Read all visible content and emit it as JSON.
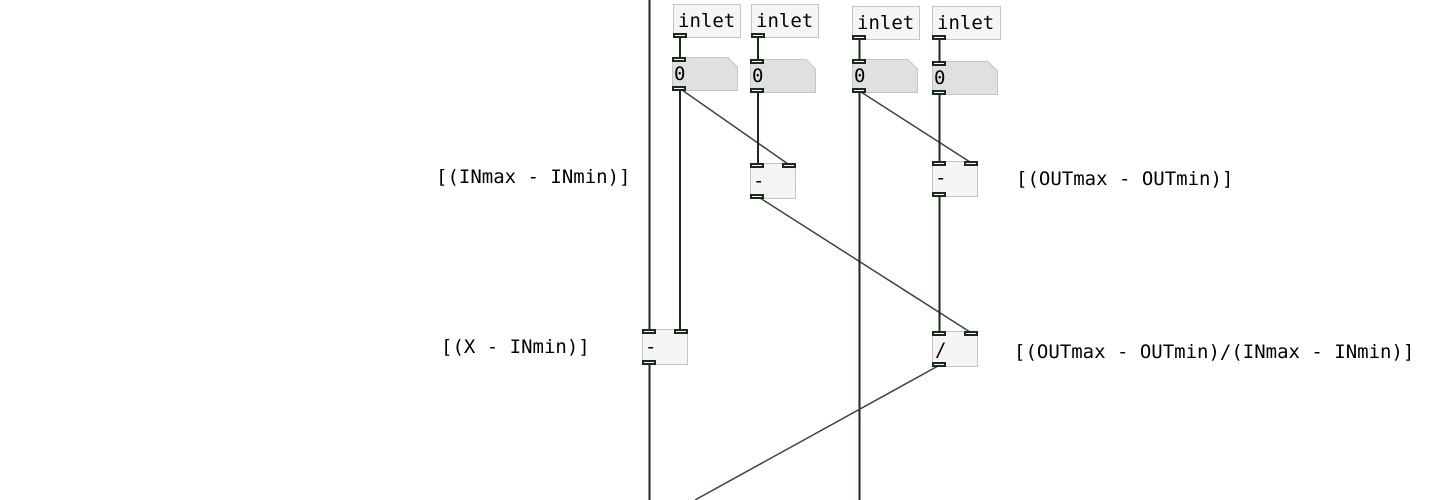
{
  "patch": {
    "inlets": [
      {
        "label": "inlet"
      },
      {
        "label": "inlet"
      },
      {
        "label": "inlet"
      },
      {
        "label": "inlet"
      }
    ],
    "number_boxes": [
      {
        "value": "0"
      },
      {
        "value": "0"
      },
      {
        "value": "0"
      },
      {
        "value": "0"
      }
    ],
    "objects": {
      "sub_in": {
        "label": "-"
      },
      "sub_out": {
        "label": "-"
      },
      "sub_x": {
        "label": "-"
      },
      "div": {
        "label": "/"
      }
    },
    "comments": {
      "in_range": "[(INmax - INmin)]",
      "out_range": "[(OUTmax - OUTmin)]",
      "x_minus_inmin": "[(X - INmin)]",
      "scale_ratio": "[(OUTmax - OUTmin)/(INmax - INmin)]"
    }
  },
  "colors": {
    "wire": "#1c2a1c",
    "box_border": "#c4c4c4",
    "box_fill": "#f4f5f4",
    "numbox_fill": "#e0e0e0"
  }
}
